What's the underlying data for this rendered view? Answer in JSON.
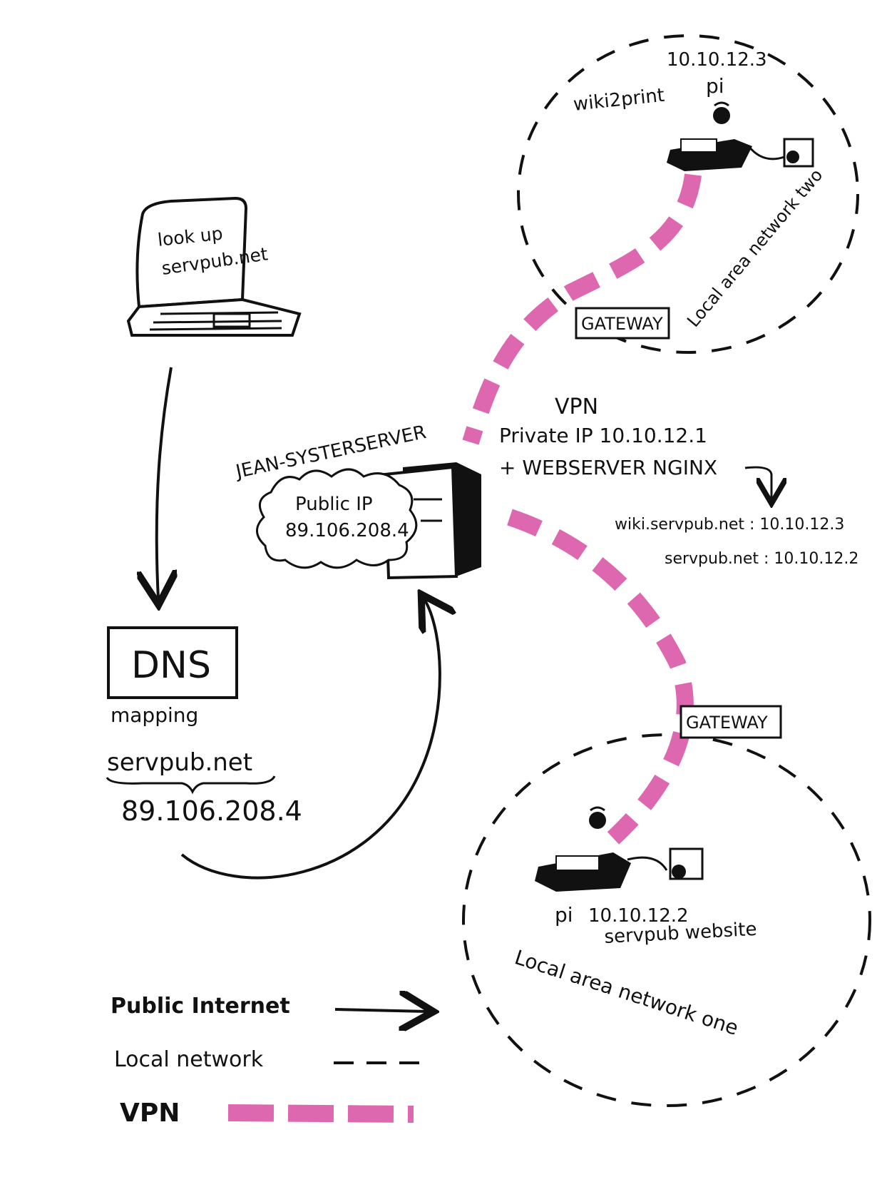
{
  "laptop": {
    "line1": "look up",
    "line2": "servpub.net"
  },
  "dns": {
    "box_label": "DNS",
    "mapping_label": "mapping",
    "domain": "servpub.net",
    "ip": "89.106.208.4"
  },
  "server": {
    "name": "JEAN-SYSTERSERVER",
    "public_ip_label": "Public IP",
    "public_ip": "89.106.208.4"
  },
  "vpn": {
    "label": "VPN",
    "private_ip": "Private IP 10.10.12.1",
    "webserver": "+ WEBSERVER NGINX",
    "mapping_1": "wiki.servpub.net : 10.10.12.3",
    "mapping_2": "servpub.net : 10.10.12.2"
  },
  "lan_two": {
    "ip": "10.10.12.3",
    "device": "pi",
    "service": "wiki2print",
    "gateway": "GATEWAY",
    "label": "Local area network two"
  },
  "lan_one": {
    "gateway": "GATEWAY",
    "device": "pi",
    "ip": "10.10.12.2",
    "service": "servpub website",
    "label": "Local area network one"
  },
  "legend": {
    "public_internet": "Public Internet",
    "local_network": "Local network",
    "vpn": "VPN"
  },
  "colors": {
    "vpn": "#de68b0",
    "ink": "#111111"
  }
}
